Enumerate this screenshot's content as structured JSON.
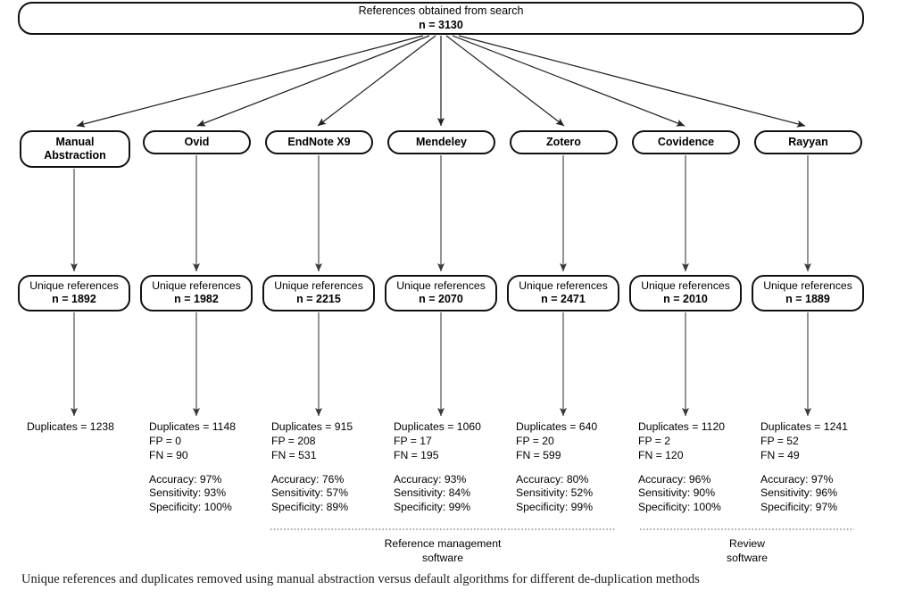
{
  "top_box": {
    "line1": "References obtained from search",
    "line2": "n = 3130"
  },
  "columns": [
    {
      "method": "Manual\nAbstraction",
      "method_line1": "Manual",
      "method_line2": "Abstraction",
      "unique_label": "Unique references",
      "unique_n": "n = 1892",
      "duplicates": "Duplicates = 1238",
      "fp": "",
      "fn": "",
      "accuracy": "",
      "sensitivity": "",
      "specificity": ""
    },
    {
      "method": "Ovid",
      "unique_label": "Unique references",
      "unique_n": "n = 1982",
      "duplicates": "Duplicates = 1148",
      "fp": "FP = 0",
      "fn": "FN = 90",
      "accuracy": "Accuracy: 97%",
      "sensitivity": "Sensitivity: 93%",
      "specificity": "Specificity: 100%"
    },
    {
      "method": "EndNote X9",
      "unique_label": "Unique references",
      "unique_n": "n = 2215",
      "duplicates": "Duplicates = 915",
      "fp": "FP = 208",
      "fn": "FN = 531",
      "accuracy": "Accuracy: 76%",
      "sensitivity": "Sensitivity: 57%",
      "specificity": "Specificity: 89%"
    },
    {
      "method": "Mendeley",
      "unique_label": "Unique references",
      "unique_n": "n = 2070",
      "duplicates": "Duplicates = 1060",
      "fp": "FP = 17",
      "fn": "FN = 195",
      "accuracy": "Accuracy: 93%",
      "sensitivity": "Sensitivity: 84%",
      "specificity": "Specificity: 99%"
    },
    {
      "method": "Zotero",
      "unique_label": "Unique references",
      "unique_n": "n = 2471",
      "duplicates": "Duplicates = 640",
      "fp": "FP = 20",
      "fn": "FN = 599",
      "accuracy": "Accuracy: 80%",
      "sensitivity": "Sensitivity: 52%",
      "specificity": "Specificity: 99%"
    },
    {
      "method": "Covidence",
      "unique_label": "Unique references",
      "unique_n": "n = 2010",
      "duplicates": "Duplicates = 1120",
      "fp": "FP = 2",
      "fn": "FN = 120",
      "accuracy": "Accuracy: 96%",
      "sensitivity": "Sensitivity: 90%",
      "specificity": "Specificity: 100%"
    },
    {
      "method": "Rayyan",
      "unique_label": "Unique references",
      "unique_n": "n = 1889",
      "duplicates": "Duplicates = 1241",
      "fp": "FP = 52",
      "fn": "FN = 49",
      "accuracy": "Accuracy: 97%",
      "sensitivity": "Sensitivity: 96%",
      "specificity": "Specificity: 97%"
    }
  ],
  "groups": [
    {
      "line1": "Reference management",
      "line2": "software"
    },
    {
      "line1": "Review",
      "line2": "software"
    }
  ],
  "caption": "Unique references and duplicates removed using manual abstraction versus default algorithms for different de-duplication methods",
  "chart_data": {
    "type": "diagram",
    "title": "References obtained from search",
    "total_references": 3130,
    "methods": [
      {
        "name": "Manual Abstraction",
        "unique": 1892,
        "duplicates": 1238,
        "fp": null,
        "fn": null,
        "accuracy": null,
        "sensitivity": null,
        "specificity": null,
        "group": null
      },
      {
        "name": "Ovid",
        "unique": 1982,
        "duplicates": 1148,
        "fp": 0,
        "fn": 90,
        "accuracy": 97,
        "sensitivity": 93,
        "specificity": 100,
        "group": "Reference management software"
      },
      {
        "name": "EndNote X9",
        "unique": 2215,
        "duplicates": 915,
        "fp": 208,
        "fn": 531,
        "accuracy": 76,
        "sensitivity": 57,
        "specificity": 89,
        "group": "Reference management software"
      },
      {
        "name": "Mendeley",
        "unique": 2070,
        "duplicates": 1060,
        "fp": 17,
        "fn": 195,
        "accuracy": 93,
        "sensitivity": 84,
        "specificity": 99,
        "group": "Reference management software"
      },
      {
        "name": "Zotero",
        "unique": 2471,
        "duplicates": 640,
        "fp": 20,
        "fn": 599,
        "accuracy": 80,
        "sensitivity": 52,
        "specificity": 99,
        "group": "Reference management software"
      },
      {
        "name": "Covidence",
        "unique": 2010,
        "duplicates": 1120,
        "fp": 2,
        "fn": 120,
        "accuracy": 96,
        "sensitivity": 90,
        "specificity": 100,
        "group": "Review software"
      },
      {
        "name": "Rayyan",
        "unique": 1889,
        "duplicates": 1241,
        "fp": 52,
        "fn": 49,
        "accuracy": 97,
        "sensitivity": 96,
        "specificity": 97,
        "group": "Review software"
      }
    ]
  },
  "colors": {
    "stroke": "#111111",
    "background": "#ffffff",
    "text": "#000000",
    "dotted": "#555555"
  }
}
